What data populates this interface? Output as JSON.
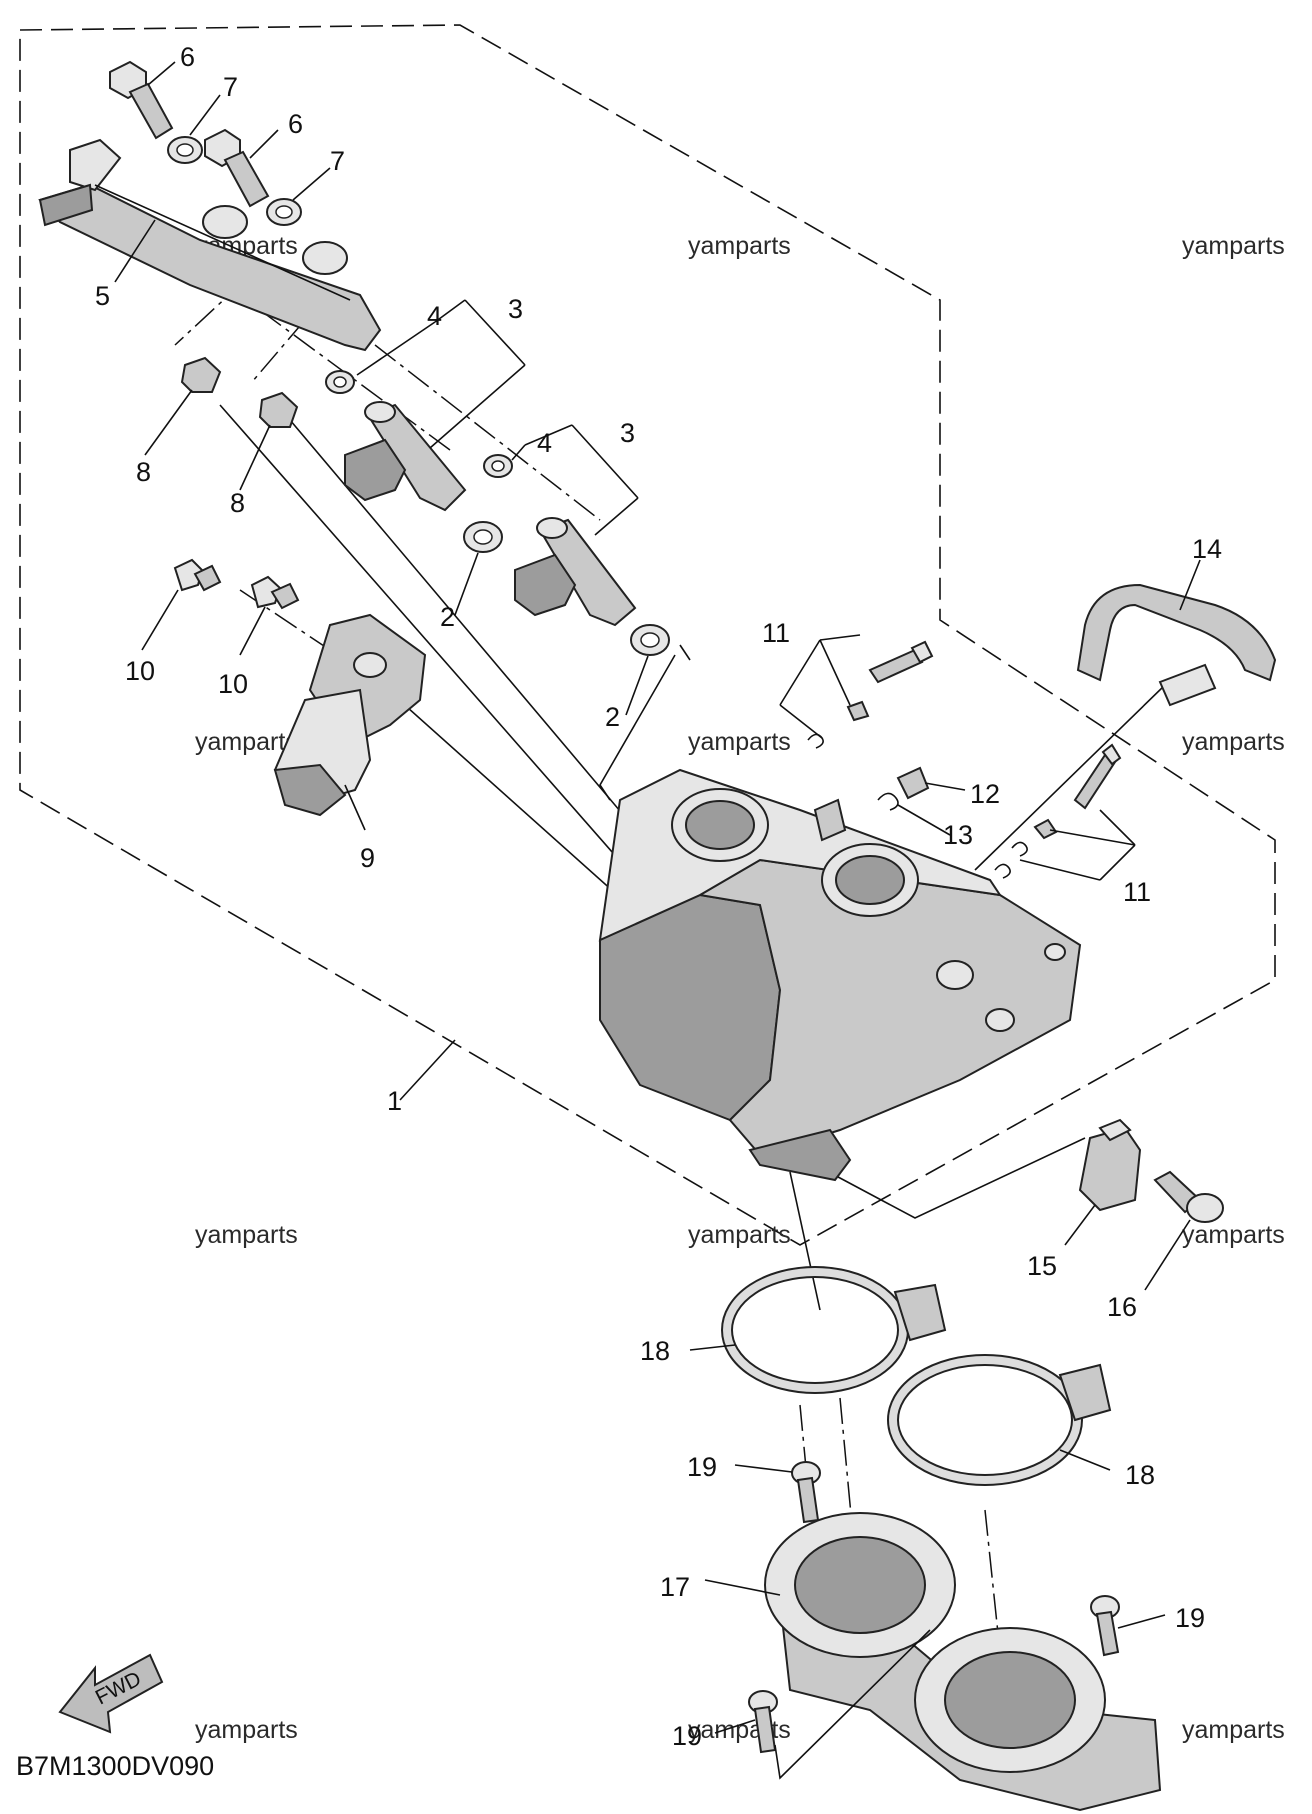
{
  "diagram": {
    "code": "B7M1300DV090",
    "watermark": "yamparts",
    "fwd_label": "FWD",
    "callouts": {
      "c1": "1",
      "c2a": "2",
      "c2b": "2",
      "c3a": "3",
      "c3b": "3",
      "c4a": "4",
      "c4b": "4",
      "c5": "5",
      "c6a": "6",
      "c6b": "6",
      "c7a": "7",
      "c7b": "7",
      "c8a": "8",
      "c8b": "8",
      "c9": "9",
      "c10a": "10",
      "c10b": "10",
      "c11a": "11",
      "c11b": "11",
      "c12": "12",
      "c13": "13",
      "c14": "14",
      "c15": "15",
      "c16": "16",
      "c17": "17",
      "c18a": "18",
      "c18b": "18",
      "c19a": "19",
      "c19b": "19",
      "c19c": "19"
    }
  }
}
